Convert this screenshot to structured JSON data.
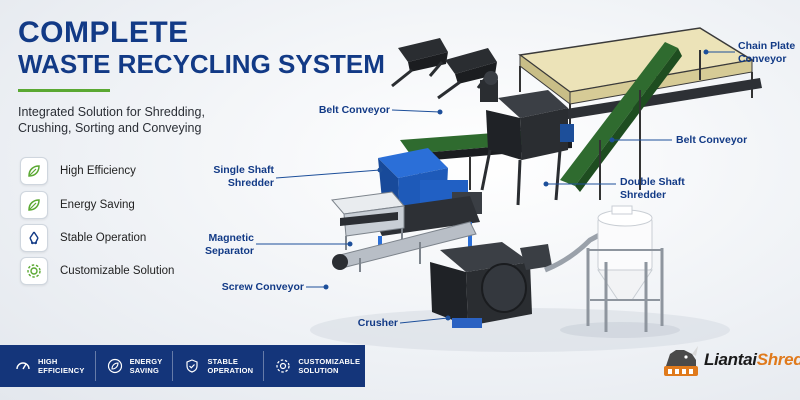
{
  "title": {
    "line1": "COMPLETE",
    "line2": "WASTE RECYCLING SYSTEM"
  },
  "subtitle": "Integrated Solution for Shredding, Crushing, Sorting and Conveying",
  "features": [
    {
      "label": "High Efficiency",
      "icon": "leaf-icon"
    },
    {
      "label": "Energy Saving",
      "icon": "leaf-icon"
    },
    {
      "label": "Stable Operation",
      "icon": "recycle-icon"
    },
    {
      "label": "Customizable Solution",
      "icon": "gear-icon"
    }
  ],
  "bottom_bar": [
    {
      "line1": "HIGH",
      "line2": "EFFICIENCY",
      "icon": "gauge-icon"
    },
    {
      "line1": "ENERGY",
      "line2": "SAVING",
      "icon": "leaf-icon"
    },
    {
      "line1": "STABLE",
      "line2": "OPERATION",
      "icon": "shield-check-icon"
    },
    {
      "line1": "CUSTOMIZABLE",
      "line2": "SOLUTION",
      "icon": "gear-icon"
    }
  ],
  "labels": {
    "chain_plate_line1": "Chain Plate",
    "chain_plate_line2": "Conveyor",
    "belt_conveyor_top": "Belt Conveyor",
    "belt_conveyor_right": "Belt Conveyor",
    "single_shaft_line1": "Single Shaft",
    "single_shaft_line2": "Shredder",
    "double_shaft_line1": "Double Shaft",
    "double_shaft_line2": "Shredder",
    "magnetic_line1": "Magnetic",
    "magnetic_line2": "Separator",
    "screw_conveyor": "Screw Conveyor",
    "crusher": "Crusher"
  },
  "brand": {
    "part1": "Liantai",
    "part2": "Shred"
  },
  "colors": {
    "primary": "#123a86",
    "accent_green": "#5aa832",
    "bar": "#14357a",
    "brand_orange": "#e07a1c"
  }
}
